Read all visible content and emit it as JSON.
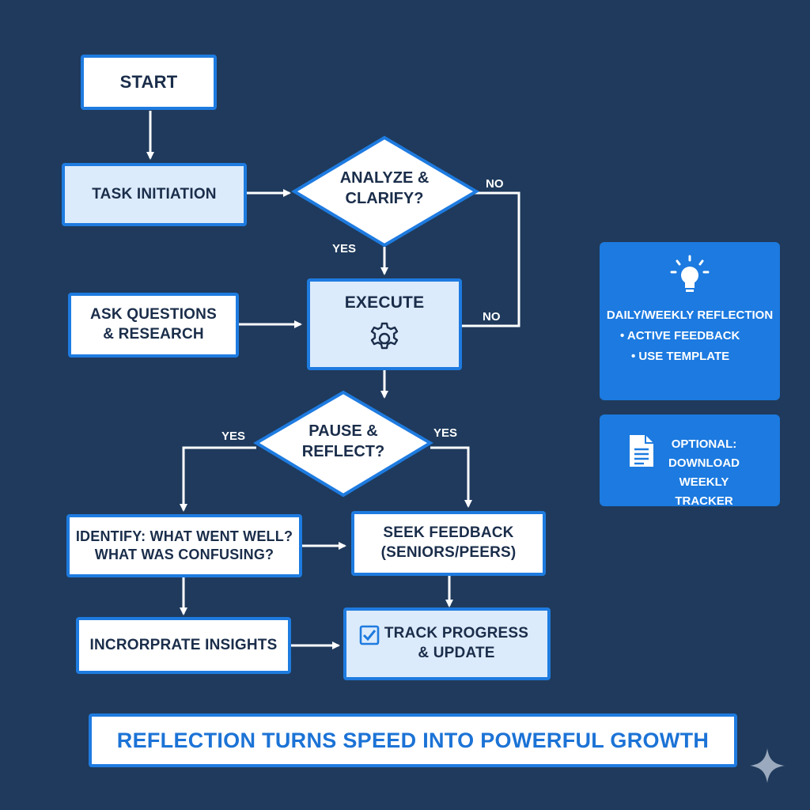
{
  "nodes": {
    "start": "START",
    "task_initiation": "TASK INITIATION",
    "analyze_l1": "ANALYZE &",
    "analyze_l2": "CLARIFY?",
    "ask_l1": "ASK QUESTIONS",
    "ask_l2": "& RESEARCH",
    "execute": "EXECUTE",
    "pause_l1": "PAUSE &",
    "pause_l2": "REFLECT?",
    "identify_l1": "IDENTIFY: WHAT WENT WELL?",
    "identify_l2": "WHAT WAS CONFUSING?",
    "seek_l1": "SEEK FEEDBACK",
    "seek_l2": "(SENIORS/PEERS)",
    "incorporate": "INCRORPRATE INSIGHTS",
    "track_l1": "TRACK PROGRESS",
    "track_l2": "& UPDATE"
  },
  "labels": {
    "no_top": "NO",
    "yes_analyze": "YES",
    "no_execute": "NO",
    "yes_left": "YES",
    "yes_right": "YES"
  },
  "side_panels": {
    "reflection": {
      "title": "DAILY/WEEKLY REFLECTION",
      "items": [
        "• ACTIVE FEEDBACK",
        "• USE TEMPLATE"
      ],
      "icon": "lightbulb-icon"
    },
    "tracker": {
      "lines": [
        "OPTIONAL:",
        "DOWNLOAD",
        "WEEKLY TRACKER"
      ],
      "icon": "document-icon"
    }
  },
  "banner": "REFLECTION TURNS SPEED INTO POWERFUL GROWTH",
  "colors": {
    "background": "#1f3a5c",
    "accent": "#1e7be0",
    "box_light": "#dcebfb",
    "text_dark": "#1a2d4a"
  }
}
